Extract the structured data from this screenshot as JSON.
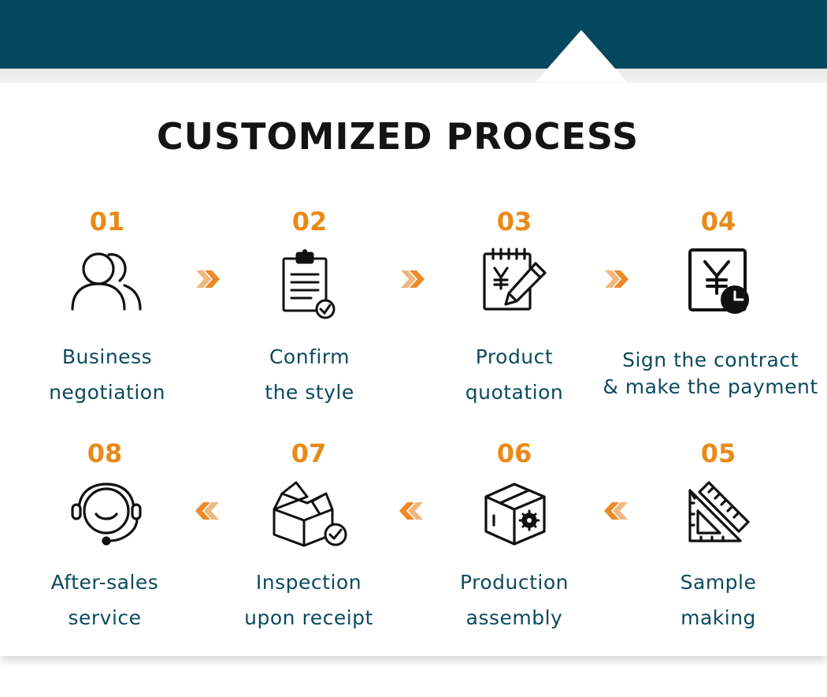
{
  "header": {
    "title": "CUSTOMIZED PROCESS"
  },
  "colors": {
    "band": "#054860",
    "number": "#e98a18",
    "label": "#0d4a5e",
    "title": "#141414"
  },
  "steps": [
    {
      "number": "01",
      "line1": "Business",
      "line2": "negotiation",
      "icon": "people-icon"
    },
    {
      "number": "02",
      "line1": "Confirm",
      "line2": "the style",
      "icon": "clipboard-check-icon"
    },
    {
      "number": "03",
      "line1": "Product",
      "line2": "quotation",
      "icon": "quotation-pencil-icon"
    },
    {
      "number": "04",
      "line1": "Sign the contract",
      "line2": "& make the payment",
      "icon": "yuan-clock-icon"
    },
    {
      "number": "05",
      "line1": "Sample",
      "line2": "making",
      "icon": "triangle-ruler-icon"
    },
    {
      "number": "06",
      "line1": "Production",
      "line2": "assembly",
      "icon": "box-gear-icon"
    },
    {
      "number": "07",
      "line1": "Inspection",
      "line2": "upon receipt",
      "icon": "open-box-check-icon"
    },
    {
      "number": "08",
      "line1": "After-sales",
      "line2": "service",
      "icon": "headset-icon"
    }
  ]
}
